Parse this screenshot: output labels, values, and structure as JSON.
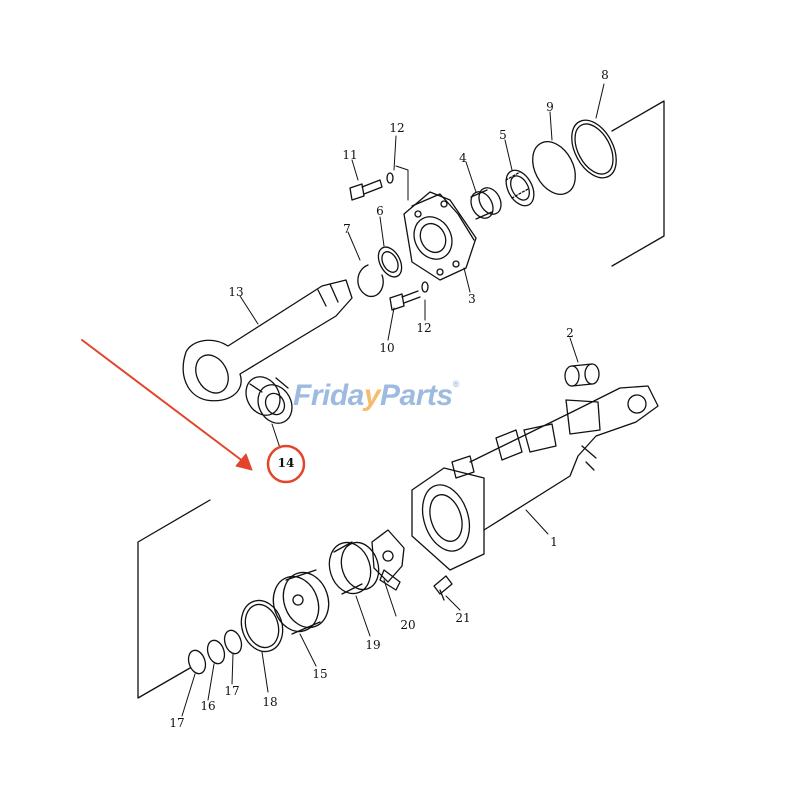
{
  "watermark": {
    "left": "Frida",
    "accent": "y",
    "right": "Parts",
    "mark": "®"
  },
  "highlight": {
    "part": "14",
    "color": "#e2452c"
  },
  "labels": {
    "p1": "1",
    "p2": "2",
    "p3": "3",
    "p4": "4",
    "p5": "5",
    "p6": "6",
    "p7": "7",
    "p8": "8",
    "p9": "9",
    "p10": "10",
    "p11": "11",
    "p12a": "12",
    "p12b": "12",
    "p13": "13",
    "p14": "14",
    "p15": "15",
    "p16": "16",
    "p17a": "17",
    "p17b": "17",
    "p18": "18",
    "p19": "19",
    "p20": "20",
    "p21": "21"
  }
}
